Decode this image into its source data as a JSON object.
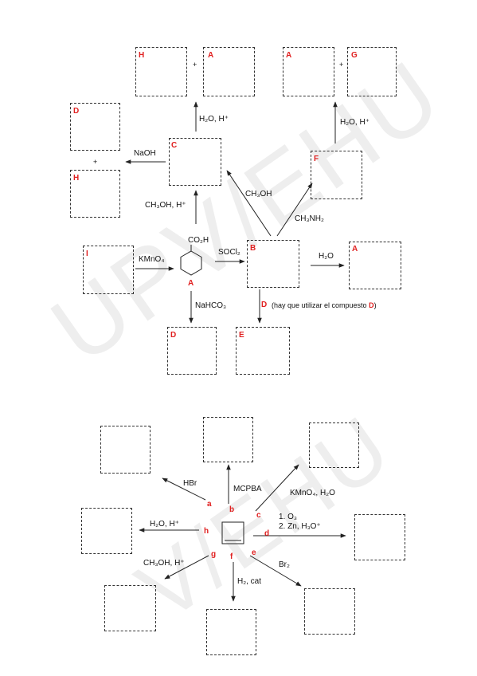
{
  "watermarks": {
    "top": "UPV/EHU",
    "bottom": "V/EHU"
  },
  "top": {
    "letters": {
      "H1": "H",
      "A1": "A",
      "A2": "A",
      "G": "G",
      "D1": "D",
      "C": "C",
      "H2": "H",
      "F": "F",
      "I": "I",
      "A_label": "A",
      "B": "B",
      "A3": "A",
      "D2": "D",
      "E": "E"
    },
    "plus": "+",
    "reagents": {
      "h2o_h_1": "H₂O, H⁺",
      "h2o_h_2": "H₂O, H⁺",
      "naoh": "NaOH",
      "ch3oh_h": "CH₃OH, H⁺",
      "ch3oh": "CH₃OH",
      "ch3nh2": "CH₃NH₂",
      "kmno4": "KMnO₄",
      "socl2": "SOCl₂",
      "h2o": "H₂O",
      "nahco3": "NaHCO₃",
      "co2h": "CO₂H"
    },
    "note": {
      "prefix": "D",
      "text": "(hay que utilizar el compuesto",
      "letter": "D",
      "close": ")"
    }
  },
  "bottom": {
    "reagents": {
      "hbr": "HBr",
      "mcpba": "MCPBA",
      "kmno4_h2o": "KMnO₄, H₂O",
      "o3_1": "1. O₃",
      "o3_2": "2. Zn, H₃O⁺",
      "h2o_h": "H₂O, H⁺",
      "ch3oh_h": "CH₃OH, H⁺",
      "h2cat": "H₂, cat",
      "br2": "Br₂"
    },
    "letters": {
      "a": "a",
      "b": "b",
      "c": "c",
      "d": "d",
      "e": "e",
      "f": "f",
      "g": "g",
      "h": "h"
    }
  },
  "colors": {
    "accent": "#e02020",
    "line": "#222222",
    "box": "#333333"
  }
}
